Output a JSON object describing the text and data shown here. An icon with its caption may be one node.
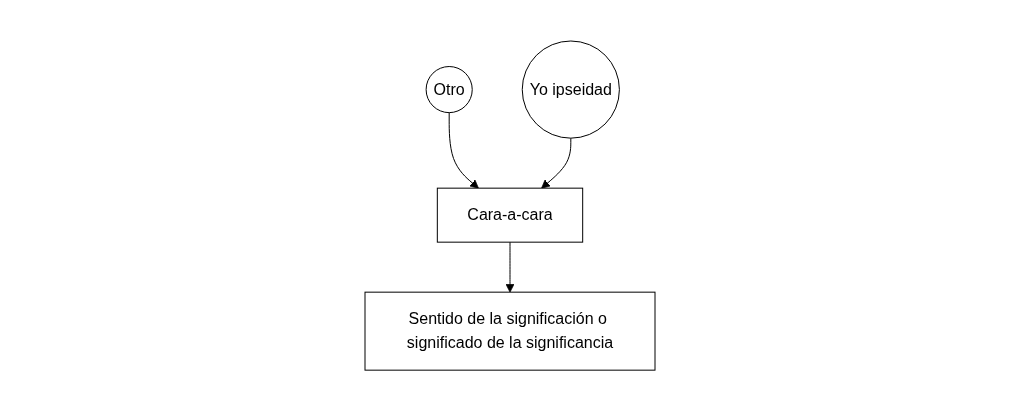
{
  "diagram": {
    "nodes": [
      {
        "text": [
          "Otro"
        ]
      },
      {
        "text": [
          "Cara-a-cara"
        ]
      },
      {
        "text": [
          "Yo ipseidad"
        ]
      },
      {
        "text": [
          "Sentido de la significación o significado de la significancia"
        ]
      }
    ],
    "edges": [
      {
        "from": 0,
        "to": 1,
        "arrow": "to"
      },
      {
        "from": 2,
        "to": 1,
        "arrow": "to"
      },
      {
        "from": 1,
        "to": 3,
        "arrow": "to"
      }
    ]
  }
}
